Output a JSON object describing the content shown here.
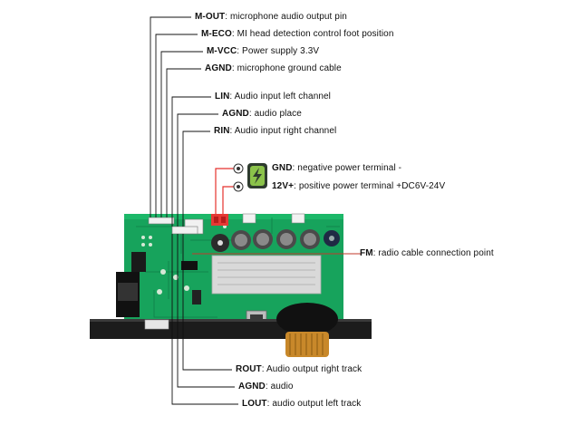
{
  "top_pins": [
    {
      "name": "M-OUT",
      "desc": "microphone audio output pin"
    },
    {
      "name": "M-ECO",
      "desc": "MI head detection control foot position"
    },
    {
      "name": "M-VCC",
      "desc": "Power supply 3.3V"
    },
    {
      "name": "AGND",
      "desc": "microphone ground cable"
    }
  ],
  "input_pins": [
    {
      "name": "LIN",
      "desc": "Audio input left channel"
    },
    {
      "name": "AGND",
      "desc": "audio place"
    },
    {
      "name": "RIN",
      "desc": "Audio input right channel"
    }
  ],
  "power_pins": [
    {
      "name": "GND",
      "desc": "negative power terminal -"
    },
    {
      "name": "12V+",
      "desc": "positive power terminal +DC6V-24V"
    }
  ],
  "fm_label": {
    "name": "FM",
    "desc": "radio cable connection point"
  },
  "output_pins": [
    {
      "name": "ROUT",
      "desc": "Audio output right track"
    },
    {
      "name": "AGND",
      "desc": "audio"
    },
    {
      "name": "LOUT",
      "desc": "audio output left track"
    }
  ],
  "colors": {
    "pcb": "#17a35c",
    "pcb_dark": "#0f7a44",
    "panel": "#1c1c1c",
    "heatsink": "#d9d9d9",
    "leader": "#111111",
    "power_leader": "#e5322d",
    "fm_leader": "#c0392b",
    "power_icon": "#8bc34a"
  },
  "icons": [
    "lightning-icon"
  ]
}
